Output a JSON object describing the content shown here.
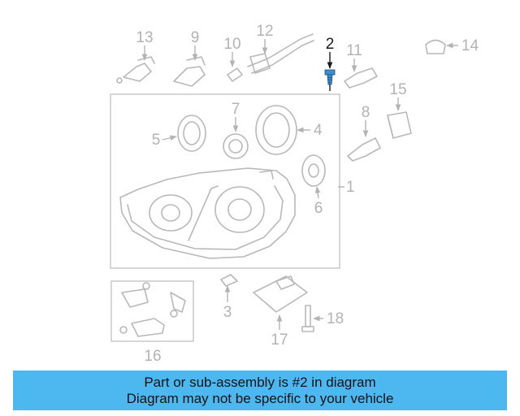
{
  "diagram": {
    "highlight_part": "2",
    "callouts": {
      "p1": "1",
      "p2": "2",
      "p3": "3",
      "p4": "4",
      "p5": "5",
      "p6": "6",
      "p7": "7",
      "p8": "8",
      "p9": "9",
      "p10": "10",
      "p11": "11",
      "p12": "12",
      "p13": "13",
      "p14": "14",
      "p15": "15",
      "p16": "16",
      "p17": "17",
      "p18": "18"
    }
  },
  "banner": {
    "line1": "Part or sub-assembly is #2 in diagram",
    "line2": "Diagram may not be specific to your vehicle"
  },
  "colors": {
    "banner_bg": "#4db8f0",
    "highlight_part": "#3a8fd0",
    "line_art": "#b8b8b8"
  }
}
